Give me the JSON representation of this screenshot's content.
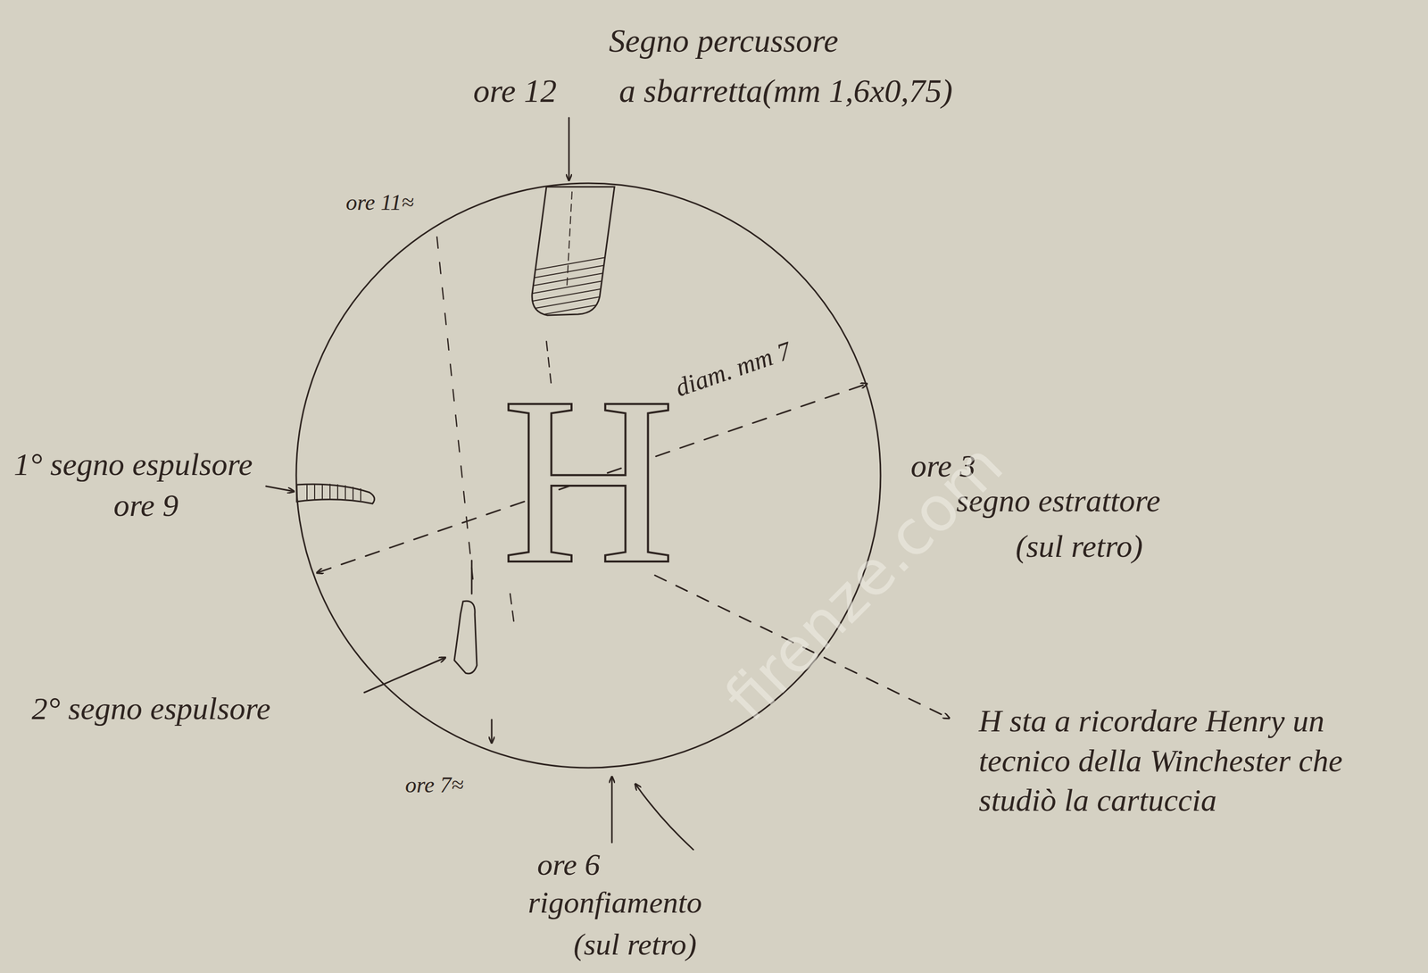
{
  "diagram": {
    "nodes": [
      {
        "text": [
          "H"
        ]
      }
    ],
    "labels": [
      "Segno percussore",
      "ore 12",
      "a sbarretta(mm 1,6x0,75)",
      "ore 11≈",
      "diam. mm 7",
      "1° segno espulsore",
      "ore 9",
      "ore 3",
      "segno estrattore",
      "(sul retro)",
      "2° segno espulsore",
      "ore 7≈",
      "ore 6",
      "rigonfiamento",
      "(sul retro)",
      "H sta a ricordare Henry un tecnico della Winchester che studiò la cartuccia",
      "firenze.com"
    ]
  }
}
